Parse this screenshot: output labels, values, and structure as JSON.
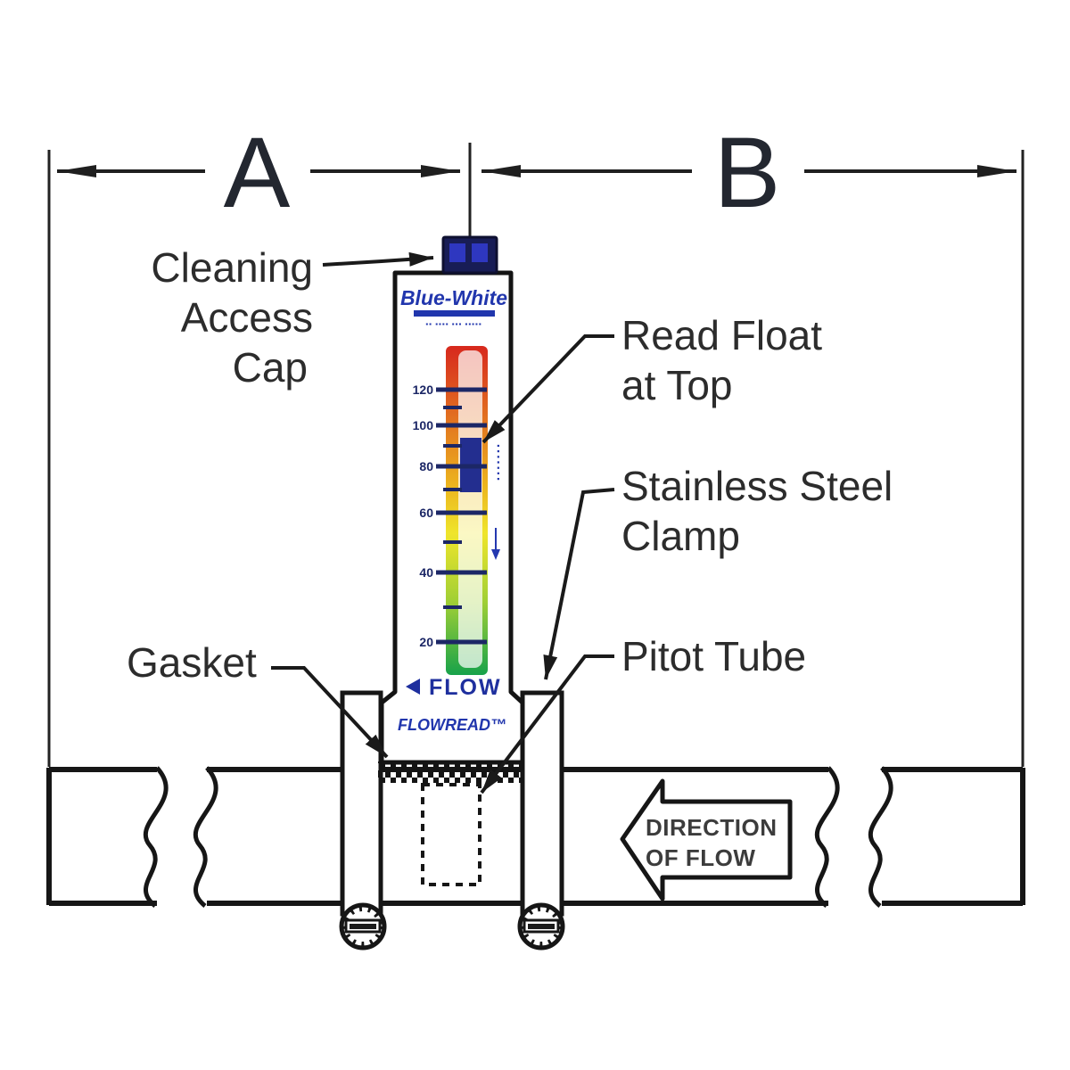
{
  "dimensions": {
    "left_label": "A",
    "right_label": "B"
  },
  "callouts": {
    "cleaning_line1": "Cleaning",
    "cleaning_line2": "Access",
    "cleaning_line3": "Cap",
    "read_float_line1": "Read Float",
    "read_float_line2": "at Top",
    "clamp_line1": "Stainless Steel",
    "clamp_line2": "Clamp",
    "pitot": "Pitot Tube",
    "gasket": "Gasket"
  },
  "meter": {
    "brand": "Blue-White",
    "brand_subtext": "▪▪ ▪▪▪▪ ▪▪▪ ▪▪▪▪▪",
    "scale_ticks": [
      "120",
      "100",
      "80",
      "60",
      "40",
      "20"
    ],
    "scale_side_text": "▪▪▪▪▪▪▪",
    "flow_label": "FLOW",
    "product_label": "FLOWREAD™"
  },
  "flow_direction": {
    "line1": "DIRECTION",
    "line2": "OF FLOW"
  },
  "colors": {
    "line": "#1a1a1a",
    "brand_blue": "#2136ad",
    "flow_blue": "#1e2f9e",
    "float_navy": "#232e8f",
    "cap_navy": "#181d56",
    "cap_squares": "#2e37c0",
    "tick_navy": "#1c2766",
    "scale_top": "#d7281d",
    "scale_orange": "#e06420",
    "scale_amber": "#ecb31e",
    "scale_yellow": "#efe52b",
    "scale_lime": "#9fcf35",
    "scale_green": "#17a24a",
    "label_text": "#2c2c2c"
  }
}
